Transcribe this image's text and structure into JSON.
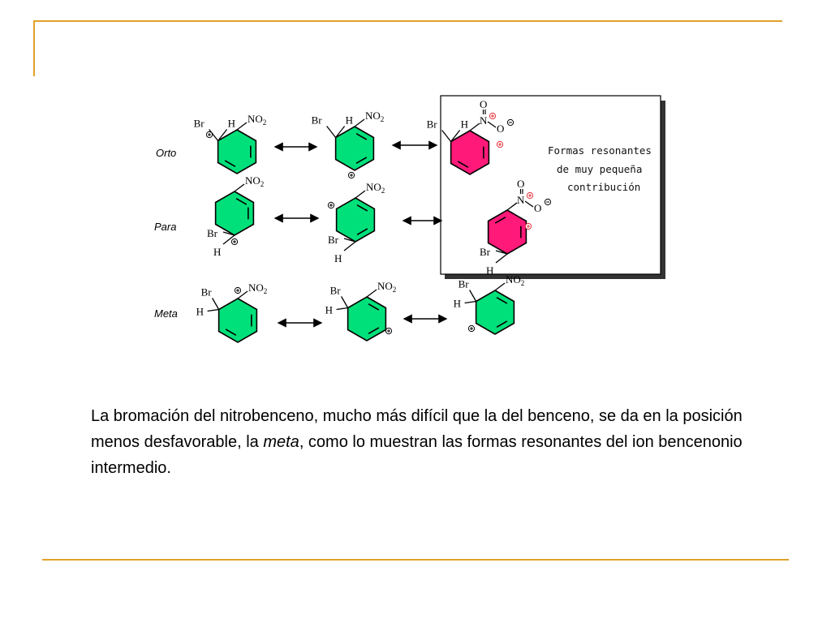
{
  "labels": {
    "br": "Br",
    "h": "H",
    "no2": "NO",
    "no2_sub": "2",
    "n": "N",
    "o": "O",
    "plus": "+",
    "minus": "−"
  },
  "rows": [
    "Orto",
    "Para",
    "Meta"
  ],
  "note": [
    "Formas resonantes",
    "de muy pequeña",
    "contribución"
  ],
  "caption": {
    "part1": "La bromación del nitrobenceno, mucho más difícil que la del benceno, se da en la posición menos desfavorable, la ",
    "em": "meta",
    "part2": ", como lo muestran las formas resonantes del ion bencenonio intermedio."
  },
  "colors": {
    "accent": "#e0a12a",
    "ring": "#00e07a",
    "highlight": "#ff1a7a",
    "charge": "#e0303a"
  }
}
